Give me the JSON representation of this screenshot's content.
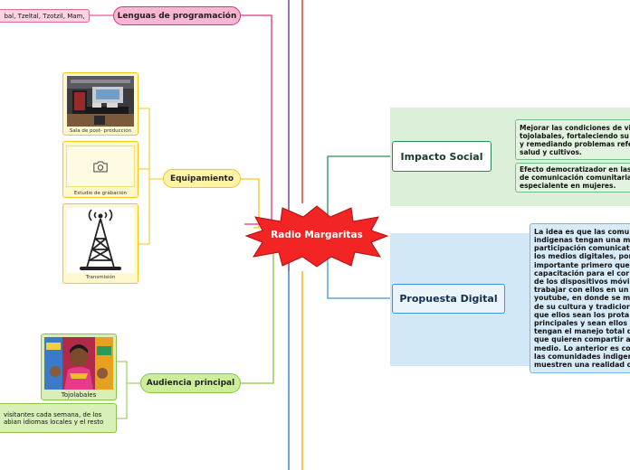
{
  "central": {
    "label": "Radio Margaritas"
  },
  "lenguas": {
    "label": "Lenguas de programación",
    "detail": "bal, Tzeltal, Tzotzil, Mam,"
  },
  "equipamiento": {
    "label": "Equipamiento",
    "items": [
      {
        "caption": "Sala de post- producción"
      },
      {
        "caption": "Estudio de grabación"
      },
      {
        "caption": "Transmisión"
      }
    ]
  },
  "audiencia": {
    "label": "Audiencia principal",
    "image_caption": "Tojolabales",
    "detail_line1": "visitantes cada semana, de los",
    "detail_line2": "abian idiomas locales y el resto"
  },
  "impacto": {
    "label": "Impacto Social",
    "items": [
      {
        "lines": [
          "Mejorar las condiciones de vi",
          "tojolabales, fortaleciendo su",
          "y remediando problemas refe",
          "salud y cultivos."
        ]
      },
      {
        "lines": [
          "Efecto democratizador en las",
          "de comunicación comunitaria",
          "especialente en mujeres."
        ]
      }
    ]
  },
  "propuesta": {
    "label": "Propuesta Digital",
    "lines": [
      "La idea es que las comu",
      "indigenas tengan una m",
      "participación comunicat",
      "los medios digitales, por",
      "importante primero que",
      "capacitación para el cor",
      "de los dispositivos móvi",
      "trabajar con ellos en un",
      "youtube, en donde se m",
      "de su cultura y tradicior",
      "que ellos sean los prota",
      "principales y sean ellos",
      "tengan el manejo total d",
      "que quieren compartir a",
      "medio. Lo anterior es co",
      "las comunidades indiger",
      "muestren una realidad c"
    ]
  },
  "colors": {
    "pink": "#e0307a",
    "yellow": "#f5c518",
    "green": "#8bc34a",
    "dark_green": "#2e8b57",
    "blue": "#3a96d6",
    "red": "#e02020",
    "purple": "#6a2a8a",
    "burst_red": "#f22424"
  }
}
